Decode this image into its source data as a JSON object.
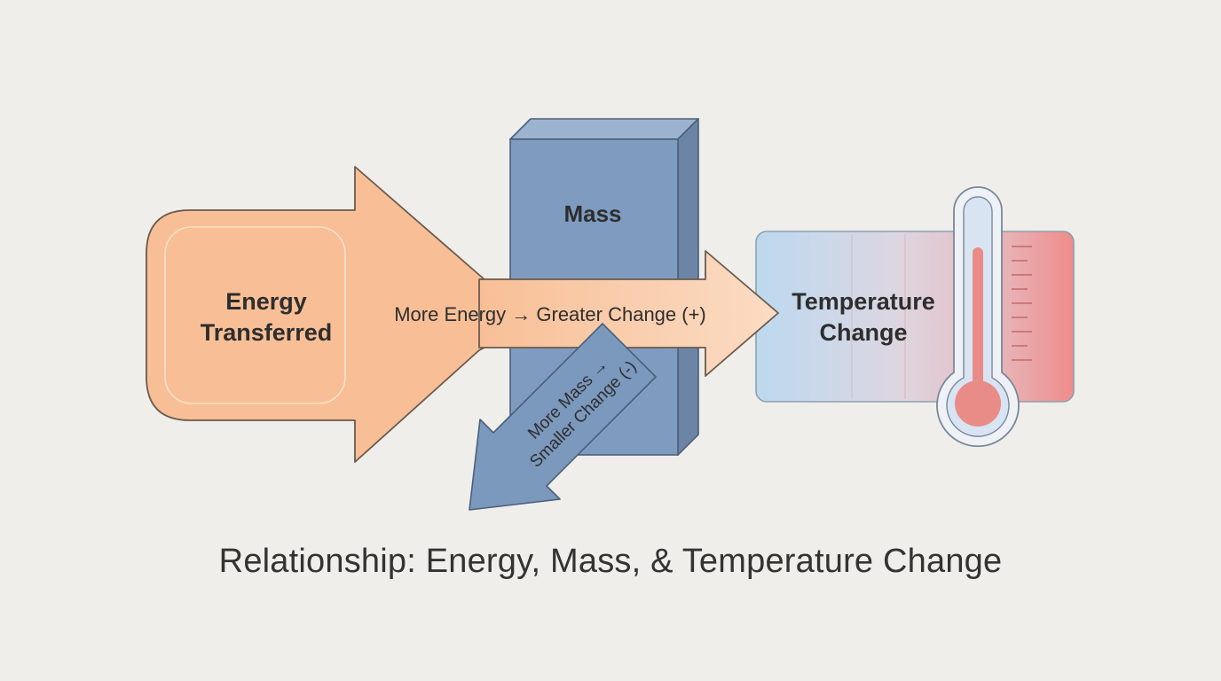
{
  "diagram": {
    "energy_label_line1": "Energy",
    "energy_label_line2": "Transferred",
    "mass_label": "Mass",
    "temperature_label_line1": "Temperature",
    "temperature_label_line2": "Change",
    "more_energy_text": "More Energy → Greater Change (+)",
    "more_mass_line1": "More Mass →",
    "more_mass_line2": "Smaller Change (-)"
  },
  "caption": "Relationship: Energy, Mass, & Temperature Change",
  "colors": {
    "background": "#efeeea",
    "energy_orange": "#f8bf96",
    "mass_blue": "#7f9cc0",
    "cold_blue": "#bcd9ef",
    "hot_red": "#ef8c8a",
    "thermometer_red": "#e98c88"
  },
  "icons": {
    "thermometer": "thermometer-icon"
  }
}
